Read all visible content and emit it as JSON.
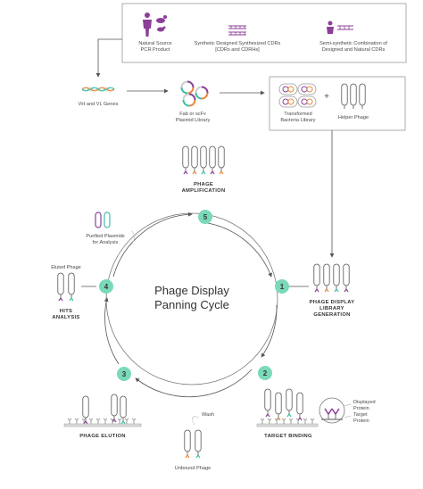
{
  "sources": {
    "natural": [
      "Natural Source",
      "PCR Product"
    ],
    "synthetic": [
      "Synthetic Designed Synthesized CDRs",
      "[CDRs and CDRHs]"
    ],
    "semi": [
      "Semi-synthetic Combination of",
      "Designed and Natural CDRs"
    ]
  },
  "pipeline": {
    "genes": "VH and VL Genes",
    "library": [
      "Fab or scFv",
      "Plasmid Library"
    ],
    "bacteria": [
      "Transformed",
      "Bacteria Library"
    ],
    "plus": "+",
    "helper": "Helper Phage"
  },
  "cycle": {
    "title": [
      "Phage Display",
      "Panning Cycle"
    ],
    "steps": [
      {
        "num": "1",
        "label": [
          "PHAGE DISPLAY",
          "LIBRARY",
          "GENERATION"
        ]
      },
      {
        "num": "2",
        "label": [
          "TARGET BINDING"
        ]
      },
      {
        "num": "3",
        "label": [
          "PHAGE ELUTION"
        ]
      },
      {
        "num": "4",
        "label": [
          "HITS",
          "ANALYSIS"
        ]
      },
      {
        "num": "5",
        "label": [
          "PHAGE",
          "AMPLIFICATION"
        ]
      }
    ],
    "wash": "Wash",
    "unbound": "Unbound Phage",
    "eluted": "Eluted Phage",
    "purified": [
      "Purified Plasmids",
      "for Analysis"
    ],
    "displayed": [
      "Displayed",
      "Protein"
    ],
    "target": [
      "Target",
      "Protein"
    ]
  },
  "colors": {
    "accent": "#7ad9b8",
    "purple": "#8b3f97",
    "orange": "#e8893a",
    "teal": "#3dbfa3",
    "line": "#555555"
  }
}
